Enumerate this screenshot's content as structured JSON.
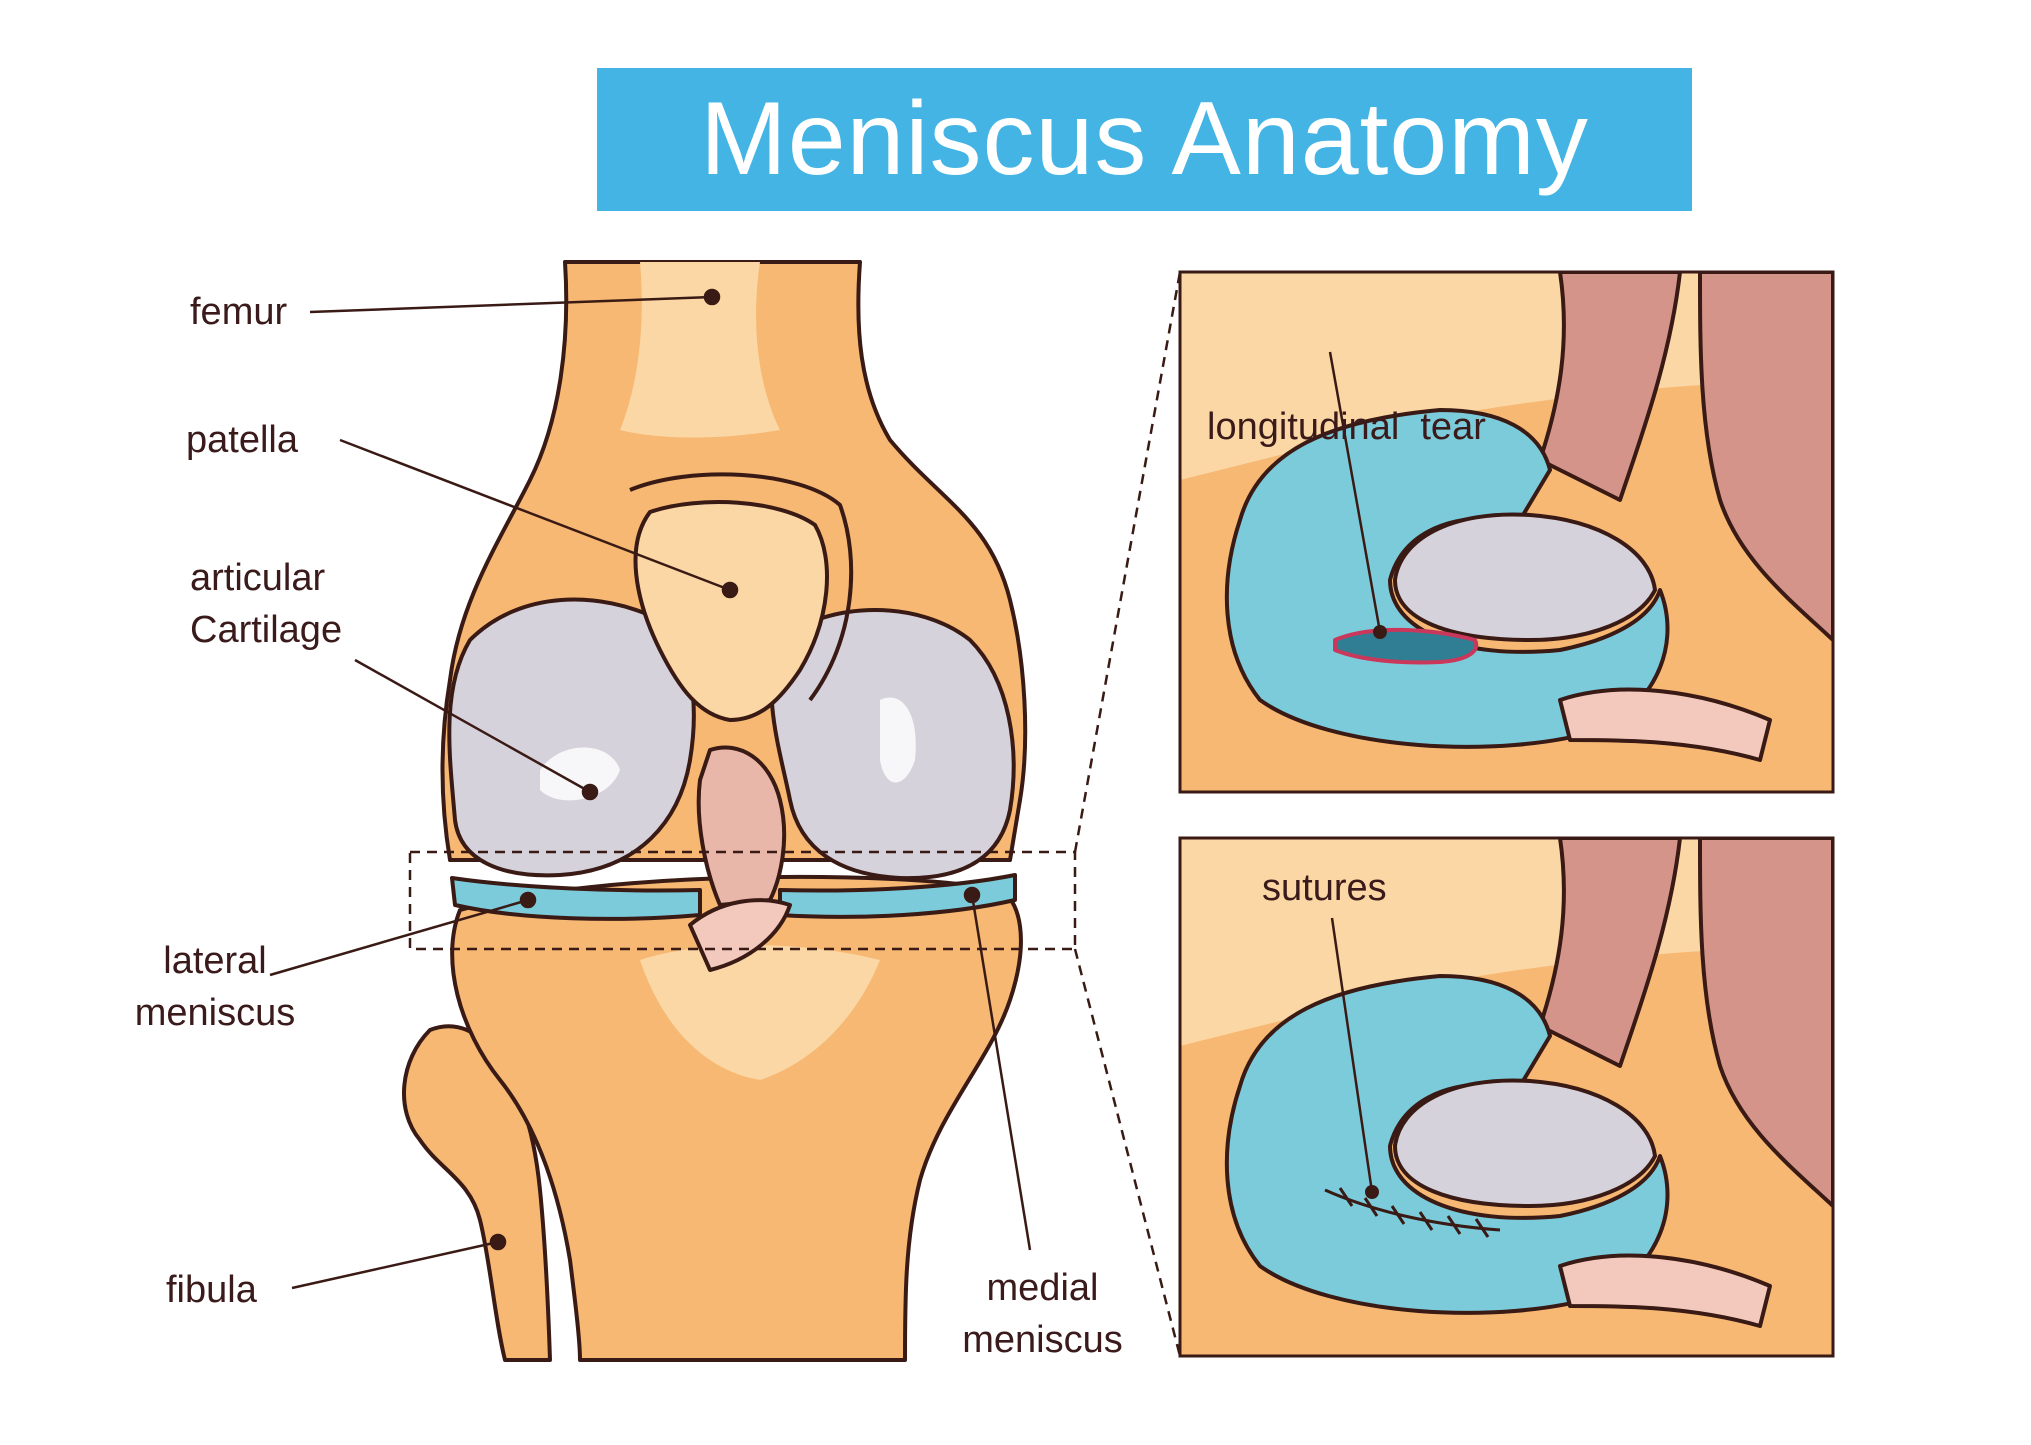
{
  "title": "Meniscus Anatomy",
  "labels": {
    "femur": "femur",
    "patella": "patella",
    "articular_cartilage": [
      "articular",
      "Cartilage"
    ],
    "lateral_meniscus": [
      "lateral",
      "meniscus"
    ],
    "fibula": "fibula",
    "medial_meniscus": [
      "medial",
      "meniscus"
    ]
  },
  "insets": {
    "top_label": "longitudinal  tear",
    "bottom_label": "sutures"
  },
  "colors": {
    "title_bar": "#44b4e4",
    "bone": "#f6b872",
    "bone_light": "#fbd7a5",
    "cartilage": "#d5d2dc",
    "meniscus": "#7ccbdb",
    "ligament": "#d59489",
    "outline": "#3a1a14",
    "tear": "#c9385a"
  }
}
